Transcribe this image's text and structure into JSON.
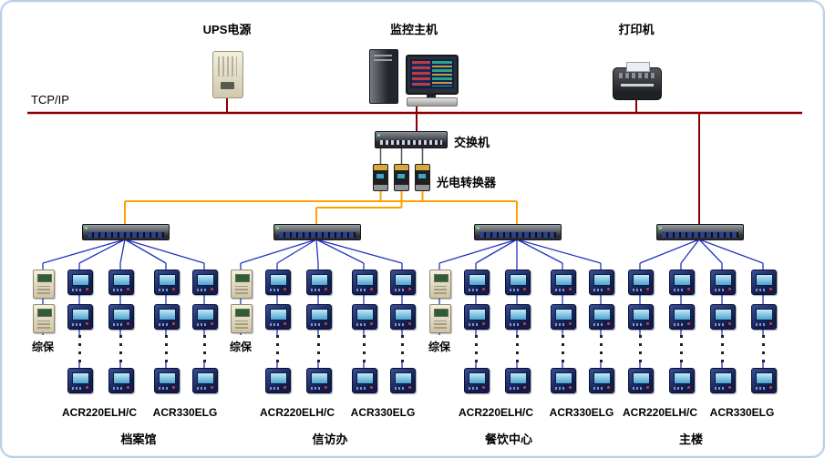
{
  "diagram": {
    "backbone_label": "TCP/IP",
    "switch_label": "交换机",
    "converter_label": "光电转换器",
    "top_devices": [
      {
        "id": "ups",
        "label": "UPS电源"
      },
      {
        "id": "host",
        "label": "监控主机"
      },
      {
        "id": "printer",
        "label": "打印机"
      }
    ],
    "groups": [
      {
        "name": "档案馆",
        "zongbao": "综保",
        "meter_models": [
          "ACR220ELH/C",
          "ACR330ELG"
        ]
      },
      {
        "name": "信访办",
        "zongbao": "综保",
        "meter_models": [
          "ACR220ELH/C",
          "ACR330ELG"
        ]
      },
      {
        "name": "餐饮中心",
        "zongbao": "综保",
        "meter_models": [
          "ACR220ELH/C",
          "ACR330ELG"
        ]
      },
      {
        "name": "主楼",
        "zongbao": null,
        "meter_models": [
          "ACR220ELH/C",
          "ACR330ELG"
        ]
      }
    ],
    "colors": {
      "backbone": "#8b0000",
      "fiber": "#ffa200",
      "bus": "#2433c0",
      "border": "#b9cfe3"
    }
  }
}
